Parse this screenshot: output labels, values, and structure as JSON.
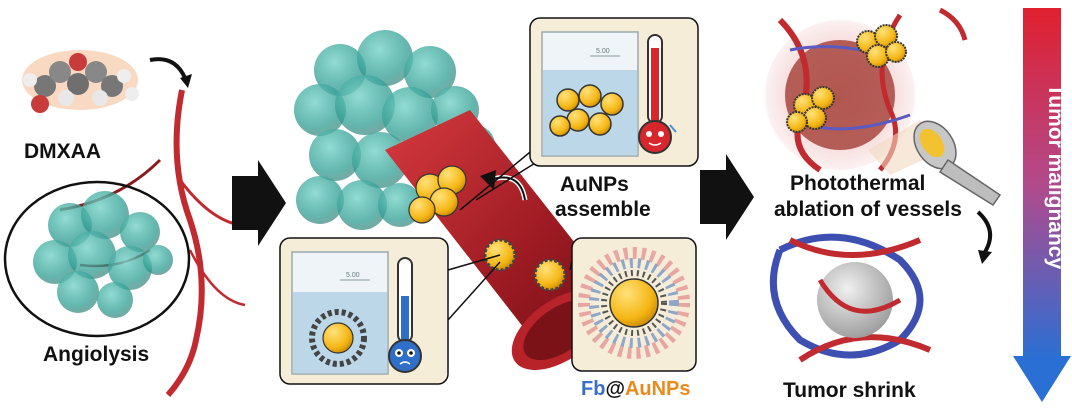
{
  "labels": {
    "dmxaa": "DMXAA",
    "angiolysis": "Angiolysis",
    "aunps_assemble_line1": "AuNPs",
    "aunps_assemble_line2": "assemble",
    "photothermal_line1": "Photothermal",
    "photothermal_line2": "ablation of vessels",
    "tumor_shrink": "Tumor shrink",
    "tumor_malignancy": "Tumor malignancy",
    "fb_prefix": "Fb",
    "fb_at": "@",
    "fb_suffix": "AuNPs",
    "beaker_mark_top": "5.00",
    "beaker_mark_bottom": "5.00"
  },
  "colors": {
    "fb_blue": "#3b6fc4",
    "aunps_orange": "#e98a1c",
    "gold": "#f5b614",
    "cluster_teal": "#2f9e93",
    "vessel_red": "#b8232a",
    "vessel_blue": "#3d4fb0",
    "panel_bg": "#f6edd9",
    "gradient_top": "#e0202e",
    "gradient_bottom": "#2a6fd4"
  },
  "icons": {
    "hot_thermometer": "thermometer-hot-icon",
    "cold_thermometer": "thermometer-cold-icon",
    "laser": "laser-probe-icon"
  }
}
